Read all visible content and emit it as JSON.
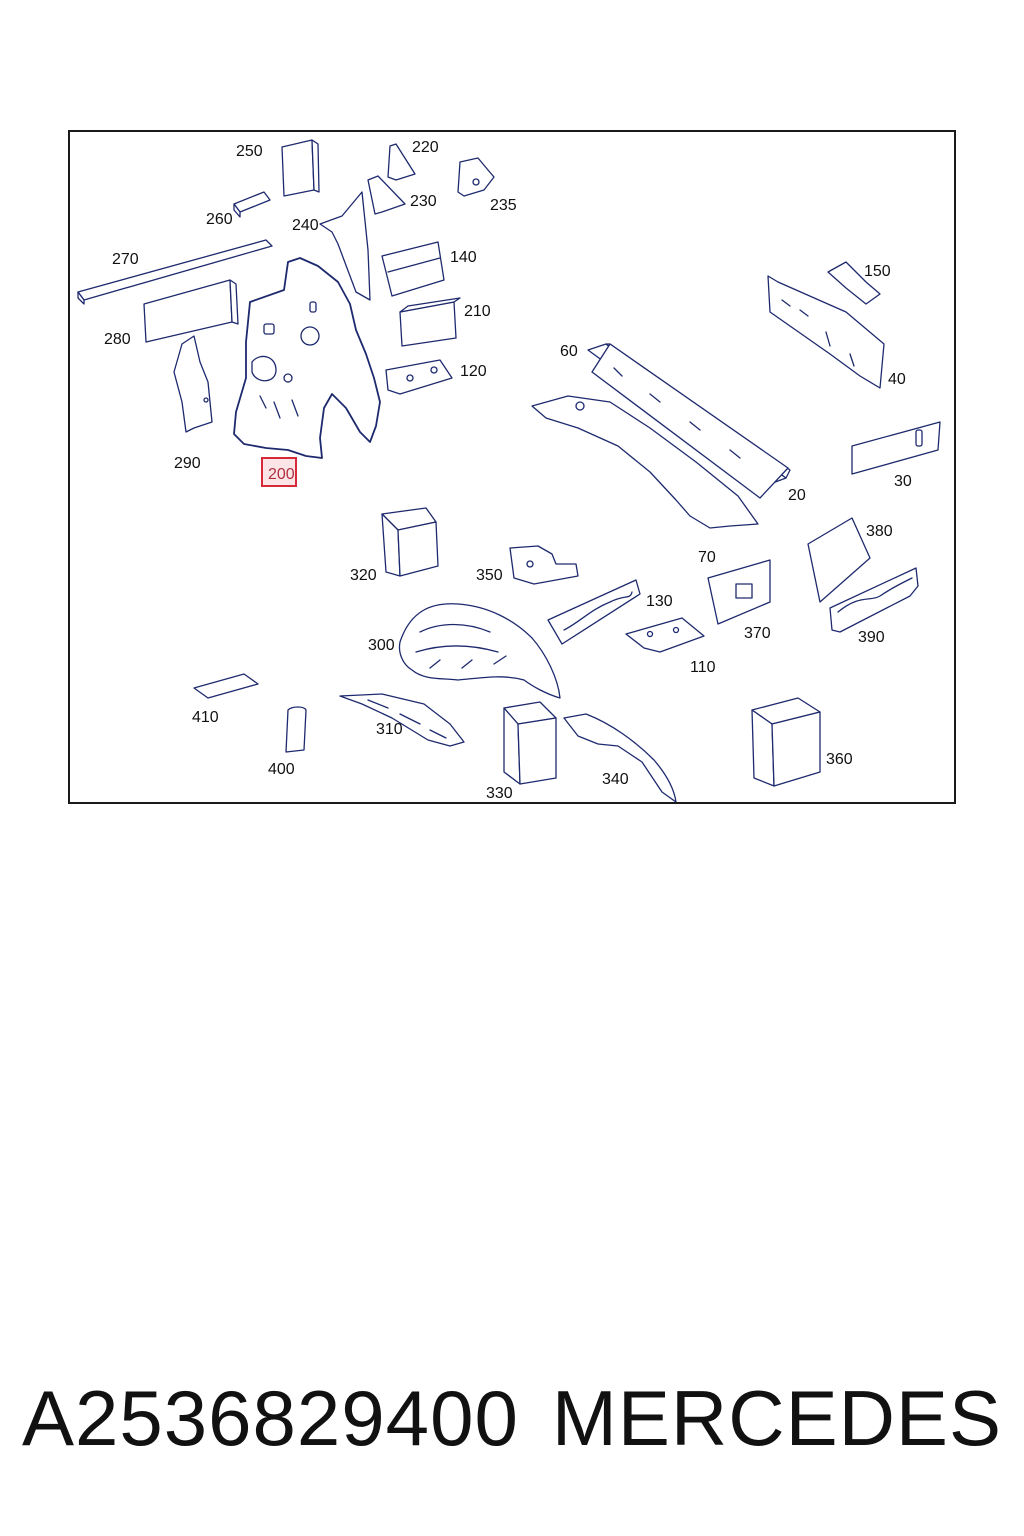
{
  "diagram": {
    "callouts": [
      "250",
      "220",
      "235",
      "230",
      "260",
      "240",
      "270",
      "140",
      "150",
      "280",
      "210",
      "60",
      "120",
      "40",
      "290",
      "200",
      "30",
      "20",
      "70",
      "380",
      "320",
      "350",
      "130",
      "370",
      "300",
      "110",
      "390",
      "410",
      "310",
      "400",
      "330",
      "340",
      "360"
    ],
    "highlighted_callout": "200",
    "highlight_color": "#d42a3a",
    "line_color": "#1e2a6e"
  },
  "footer": {
    "part_number": "A2536829400",
    "brand": "MERCEDES"
  }
}
